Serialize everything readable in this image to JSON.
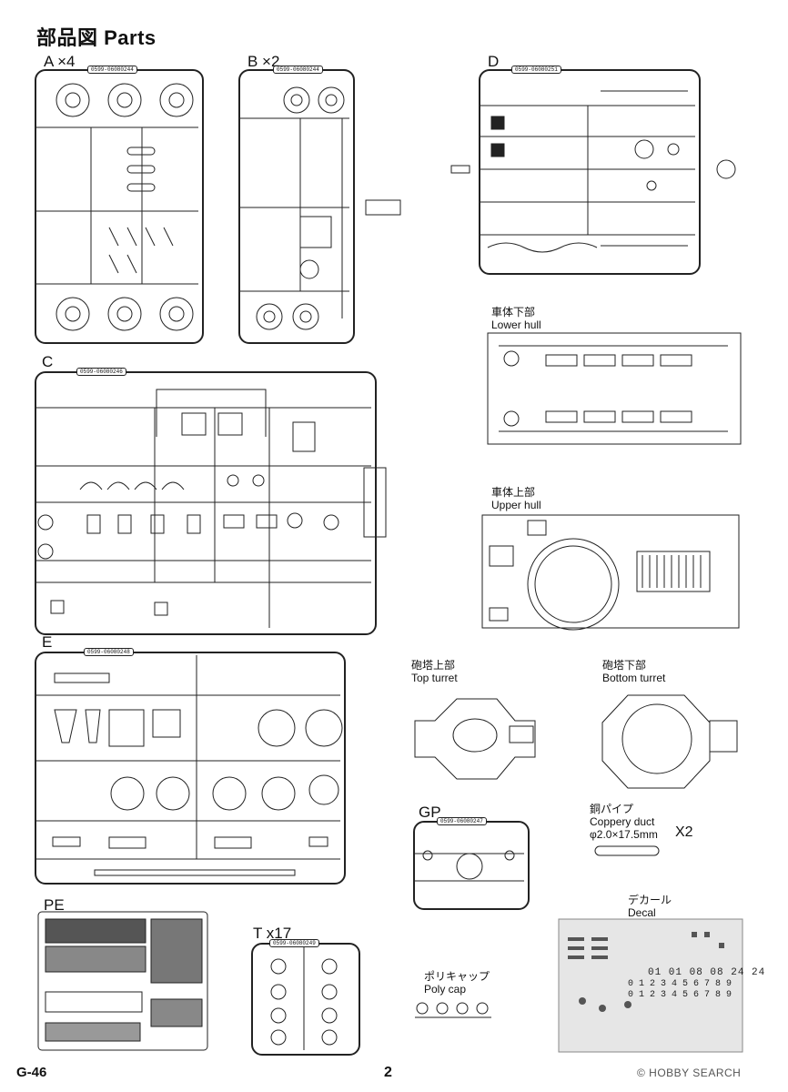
{
  "title": "部品図 Parts",
  "sprues": {
    "a": {
      "label": "A ×4",
      "code": "0599-06080244"
    },
    "b": {
      "label": "B ×2",
      "code": "0599-06080244"
    },
    "c": {
      "label": "C",
      "code": "0599-06080246"
    },
    "d": {
      "label": "D",
      "code": "0599-06080251"
    },
    "e": {
      "label": "E",
      "code": "0599-06080248"
    },
    "gp": {
      "label": "GP",
      "code": "0599-06080247"
    },
    "pe": {
      "label": "PE"
    },
    "t": {
      "label": "T x17",
      "code": "0599-06080249"
    }
  },
  "parts": {
    "lower_hull": {
      "jp": "車体下部",
      "en": "Lower hull"
    },
    "upper_hull": {
      "jp": "車体上部",
      "en": "Upper hull"
    },
    "top_turret": {
      "jp": "砲塔上部",
      "en": "Top turret"
    },
    "bottom_turret": {
      "jp": "砲塔下部",
      "en": "Bottom turret"
    },
    "copper_duct": {
      "jp": "銅パイプ",
      "en": "Coppery duct",
      "size": "φ2.0×17.5mm",
      "qty": "X2"
    },
    "poly_cap": {
      "jp": "ポリキャップ",
      "en": "Poly cap"
    },
    "decal": {
      "jp": "デカール",
      "en": "Decal",
      "line1": "01 01 08 08 24 24",
      "line2": "0 1 2 3 4 5 6 7 8 9",
      "line3": "0 1 2 3 4 5 6 7 8 9"
    }
  },
  "footer": {
    "code": "G-46",
    "page": "2",
    "watermark": "© HOBBY SEARCH"
  }
}
